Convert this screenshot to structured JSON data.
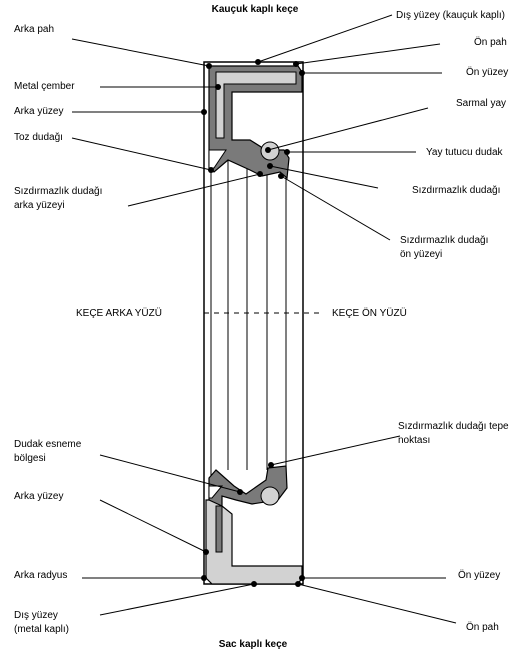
{
  "title_top": "Kauçuk kaplı keçe",
  "title_bottom": "Sac kaplı keçe",
  "axis_left": "KEÇE ARKA YÜZÜ",
  "axis_right": "KEÇE ÖN YÜZÜ",
  "labels_left": {
    "arka_pah": "Arka pah",
    "metal_cember": "Metal çember",
    "arka_yuzey_top": "Arka yüzey",
    "toz_dudagi": "Toz dudağı",
    "sizdirmazlik_arka_1": "Sızdırmazlık dudağı",
    "sizdirmazlik_arka_2": "arka yüzeyi",
    "dudak_esneme_1": "Dudak esneme",
    "dudak_esneme_2": "bölgesi",
    "arka_yuzey_bottom": "Arka yüzey",
    "arka_radyus": "Arka radyus",
    "dis_yuzey_metal_1": "Dış yüzey",
    "dis_yuzey_metal_2": "(metal kaplı)"
  },
  "labels_right": {
    "dis_yuzey_kaucuk": "Dış yüzey (kauçuk kaplı)",
    "on_pah_top": "Ön pah",
    "on_yuzey_top": "Ön yüzey",
    "sarmal_yay": "Sarmal yay",
    "yay_tutucu": "Yay tutucu dudak",
    "sizdirmazlik_dudagi": "Sızdırmazlık dudağı",
    "sizdirmazlik_on_1": "Sızdırmazlık dudağı",
    "sizdirmazlik_on_2": "ön yüzeyi",
    "tepe_1": "Sızdırmazlık dudağı tepe",
    "tepe_2": "noktası",
    "on_yuzey_bottom": "Ön yüzey",
    "on_pah_bottom": "Ön pah"
  },
  "colors": {
    "rubber": "#7a7a7a",
    "metal": "#d2d2d2",
    "line": "#000000"
  }
}
